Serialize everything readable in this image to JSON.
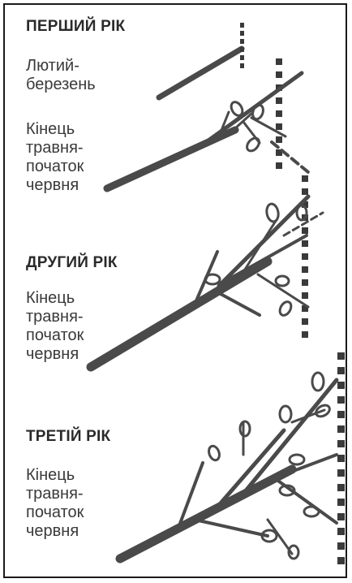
{
  "sections": [
    {
      "title": "ПЕРШИЙ РІК",
      "labels": [
        [
          "Лютий-",
          "березень"
        ],
        [
          "Кінець",
          "травня-",
          "початок",
          "червня"
        ]
      ]
    },
    {
      "title": "ДРУГИЙ РІК",
      "labels": [
        [
          "Кінець",
          "травня-",
          "початок",
          "червня"
        ]
      ]
    },
    {
      "title": "ТРЕТІЙ РІК",
      "labels": [
        [
          "Кінець",
          "травня-",
          "початок",
          "червня"
        ]
      ]
    }
  ]
}
